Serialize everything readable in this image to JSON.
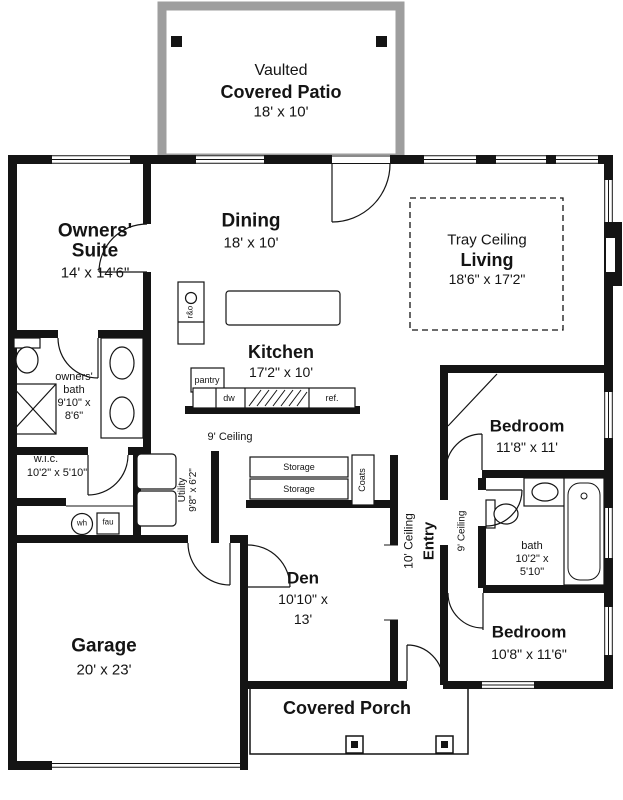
{
  "patio": {
    "line1": "Vaulted",
    "line2": "Covered Patio",
    "dims": "18' x 10'"
  },
  "rooms": {
    "owners_suite": {
      "name1": "Owners'",
      "name2": "Suite",
      "dims": "14' x 14'6\""
    },
    "dining": {
      "name": "Dining",
      "dims": "18' x 10'"
    },
    "living": {
      "note": "Tray Ceiling",
      "name": "Living",
      "dims": "18'6\" x 17'2\""
    },
    "kitchen": {
      "name": "Kitchen",
      "dims": "17'2\" x 10'"
    },
    "owners_bath": {
      "name1": "owners'",
      "name2": "bath",
      "dims1": "9'10\" x",
      "dims2": "8'6\""
    },
    "wic": {
      "name": "w.i.c.",
      "dims": "10'2\" x 5'10\""
    },
    "utility": {
      "name": "Utility",
      "dims": "9'8\" x 6'2\""
    },
    "entry": {
      "ceiling": "10' Ceiling",
      "name": "Entry"
    },
    "bedroom1": {
      "name": "Bedroom",
      "dims": "11'8\" x 11'"
    },
    "bath2": {
      "name": "bath",
      "dims1": "10'2\" x",
      "dims2": "5'10\""
    },
    "bedroom2": {
      "name": "Bedroom",
      "dims": "10'8\" x 11'6\""
    },
    "den": {
      "name": "Den",
      "dims1": "10'10\" x",
      "dims2": "13'"
    },
    "garage": {
      "name": "Garage",
      "dims": "20' x 23'"
    },
    "porch": {
      "name": "Covered Porch"
    }
  },
  "labels": {
    "ceiling9_main": "9' Ceiling",
    "ceiling9_hall": "9' Ceiling",
    "pantry": "pantry",
    "ro": "r&o",
    "dw": "dw",
    "ref": "ref.",
    "storage1": "Storage",
    "storage2": "Storage",
    "coats": "Coats",
    "wh": "wh",
    "fau": "fau"
  },
  "colors": {
    "wall": "#141414",
    "patio_outline": "#9e9e9e"
  }
}
